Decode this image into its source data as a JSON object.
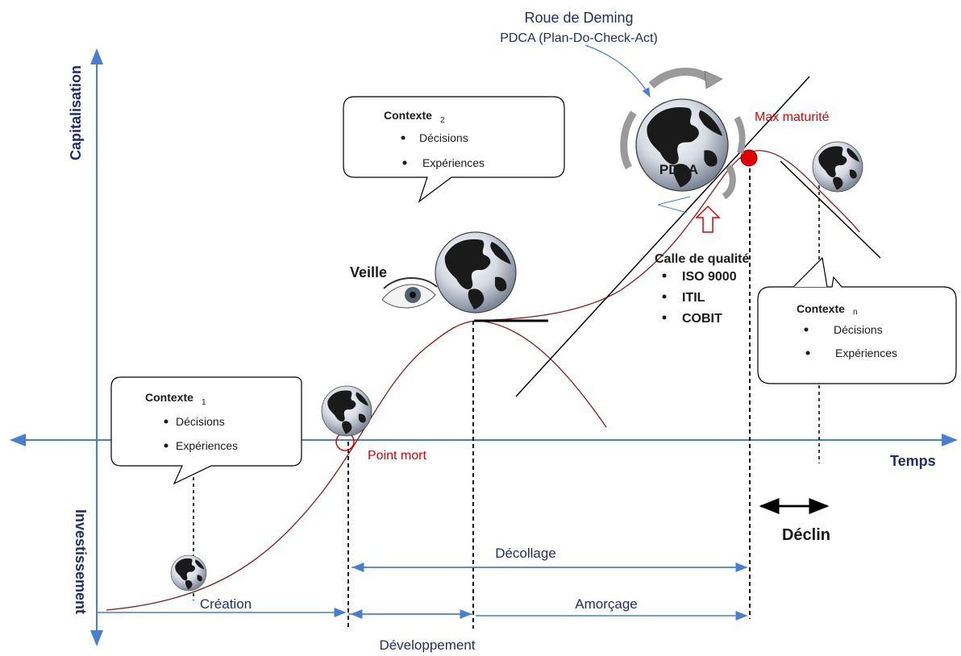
{
  "axes": {
    "y_top_label": "Capitalisation",
    "y_bottom_label": "Investissement",
    "x_label": "Temps"
  },
  "top_title": {
    "line1": "Roue de Deming",
    "line2": "PDCA (Plan-Do-Check-Act)"
  },
  "pdca_label": "PDCA",
  "max_maturite": "Max maturité",
  "point_mort": "Point mort",
  "veille": "Veille",
  "qualite": {
    "title": "Calle de qualité",
    "items": [
      "ISO 9000",
      "ITIL",
      "COBIT"
    ]
  },
  "bubbles": [
    {
      "title": "Contexte",
      "sub": "1",
      "items": [
        "Décisions",
        "Expériences"
      ]
    },
    {
      "title": "Contexte",
      "sub": "2",
      "items": [
        "Décisions",
        "Expériences"
      ]
    },
    {
      "title": "Contexte",
      "sub": "n",
      "items": [
        "Décisions",
        "Expériences"
      ]
    }
  ],
  "phases": {
    "creation": "Création",
    "developpement": "Développement",
    "amorcage": "Amorçage",
    "decollage": "Décollage",
    "declin": "Déclin"
  },
  "colors": {
    "axis": "#4a7fd0",
    "text_navy": "#1f2d6b",
    "curve": "#8b1a1a",
    "highlight": "#e00000"
  }
}
